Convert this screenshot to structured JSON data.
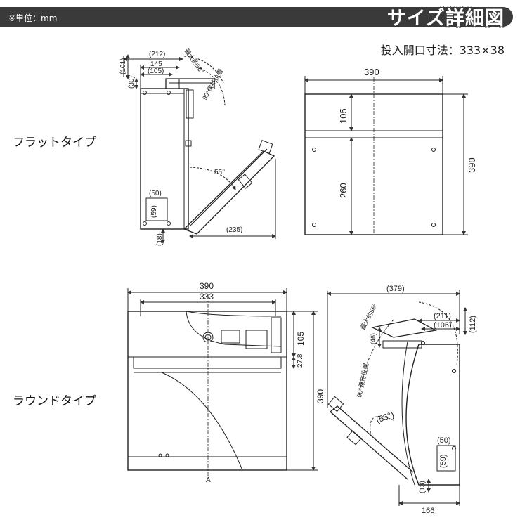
{
  "header": {
    "unit_note": "※単位：mm",
    "title": "サイズ詳細図",
    "slot_spec": "投入開口寸法：333×38"
  },
  "flat_type": {
    "label": "フラットタイプ",
    "side_view": {
      "dim_212": "(212)",
      "dim_145": "145",
      "dim_105": "(105)",
      "dim_101": "(101)",
      "dim_30": "(30)",
      "dim_50": "(50)",
      "dim_59": "(59)",
      "dim_18": "(18)",
      "dim_235": "(235)",
      "angle_55": "55°",
      "max_open_note": "最大約56°",
      "hold_note": "90°保持位置"
    },
    "front_view": {
      "width": "390",
      "height": "390",
      "upper": "105",
      "lower": "260"
    }
  },
  "round_type": {
    "label": "ラウンドタイプ",
    "front_view": {
      "width": "390",
      "slot": "333",
      "upper": "105",
      "gap": "27.8",
      "height": "390",
      "marker": "A"
    },
    "side_view": {
      "dim_379": "(379)",
      "dim_211": "(211)",
      "dim_106": "(106)",
      "dim_112": "(112)",
      "dim_46": "(46)",
      "dim_50": "(50)",
      "dim_59": "(59)",
      "dim_13": "(13)",
      "dim_166": "166",
      "angle_55": "(55°)",
      "max_open_note": "最大約56°",
      "hold_note": "90°保持位置"
    }
  }
}
